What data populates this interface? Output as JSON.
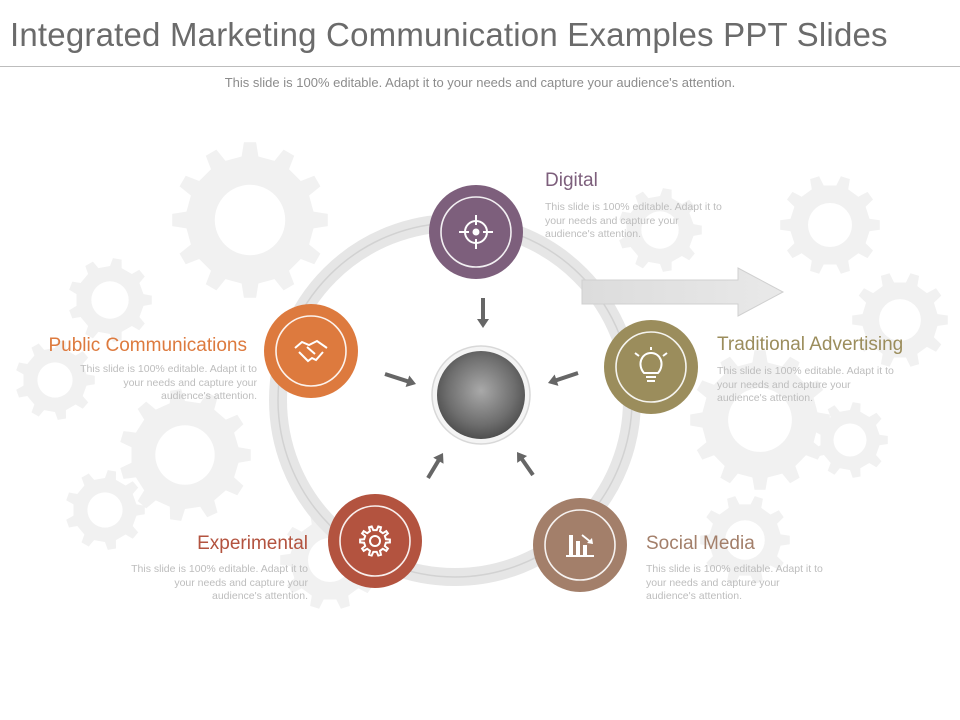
{
  "title": "Integrated Marketing Communication Examples PPT Slides",
  "subtitle": "This slide is 100% editable. Adapt it to your needs and capture your audience's attention.",
  "colors": {
    "digital": "#7d5f7c",
    "traditional": "#9b8d5c",
    "social": "#a37f6a",
    "experimental": "#b3533f",
    "public": "#dd7a3e",
    "ring": "#dcdcdc",
    "arrow": "#666666",
    "gear": "#f1f1f1"
  },
  "items": {
    "digital": {
      "label": "Digital",
      "desc": "This slide is 100% editable. Adapt it to your needs and capture your audience's attention.",
      "icon": "target-icon"
    },
    "traditional": {
      "label": "Traditional Advertising",
      "desc": "This slide is 100% editable. Adapt it to your needs and capture your audience's attention.",
      "icon": "lightbulb-icon"
    },
    "social": {
      "label": "Social Media",
      "desc": "This slide is 100% editable. Adapt it to your needs and capture your audience's attention.",
      "icon": "bar-chart-icon"
    },
    "experimental": {
      "label": "Experimental",
      "desc": "This slide is 100% editable. Adapt it to your needs and capture your audience's attention.",
      "icon": "gear-icon"
    },
    "public": {
      "label": "Public Communications",
      "desc": "This slide is 100% editable. Adapt it to your needs and capture your audience's attention.",
      "icon": "handshake-icon"
    }
  }
}
